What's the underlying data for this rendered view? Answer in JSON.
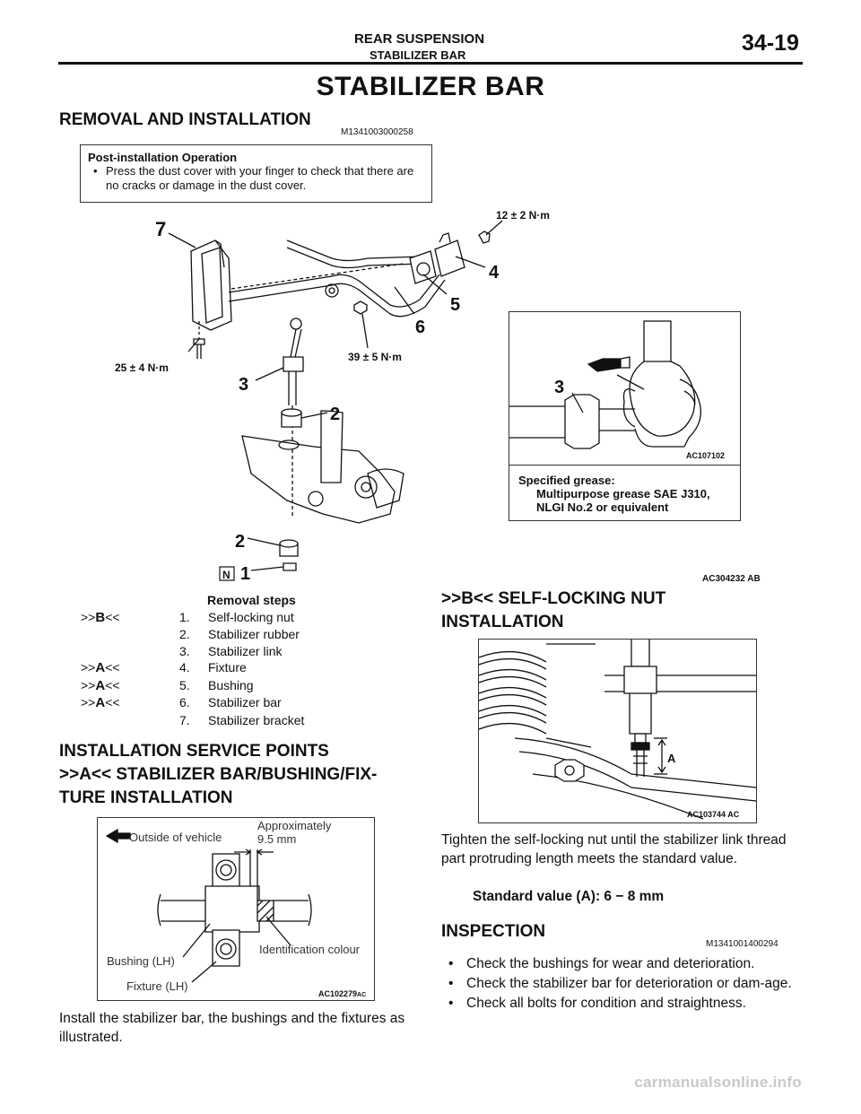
{
  "header": {
    "section": "REAR SUSPENSION",
    "subsection": "STABILIZER BAR",
    "page": "34-19"
  },
  "title": "STABILIZER BAR",
  "removal": {
    "heading": "REMOVAL AND INSTALLATION",
    "code": "M1341003000258"
  },
  "post_installation": {
    "title": "Post-installation Operation",
    "items": [
      "Press the dust cover with your finger to check that there are no cracks or damage in the dust cover."
    ]
  },
  "main_diagram": {
    "callouts": [
      "7",
      "12 ± 2 N·m",
      "4",
      "5",
      "6",
      "25 ± 4 N·m",
      "39 ± 5 N·m",
      "3",
      "2",
      "2",
      "N",
      "1"
    ],
    "code": "AC304232 AB",
    "inset": {
      "callout": "3",
      "code": "AC107102",
      "grease_title": "Specified grease:",
      "grease_lines": [
        "Multipurpose grease SAE J310,",
        "NLGI No.2 or equivalent"
      ]
    }
  },
  "removal_steps": {
    "title": "Removal steps",
    "rows": [
      {
        "mark": "B",
        "num": "1.",
        "text": "Self-locking nut"
      },
      {
        "mark": "",
        "num": "2.",
        "text": "Stabilizer rubber"
      },
      {
        "mark": "",
        "num": "3.",
        "text": "Stabilizer link"
      },
      {
        "mark": "A",
        "num": "4.",
        "text": "Fixture"
      },
      {
        "mark": "A",
        "num": "5.",
        "text": "Bushing"
      },
      {
        "mark": "A",
        "num": "6.",
        "text": "Stabilizer bar"
      },
      {
        "mark": "",
        "num": "7.",
        "text": "Stabilizer bracket"
      }
    ]
  },
  "install_points": {
    "heading": "INSTALLATION SERVICE POINTS",
    "sub_heading_line1": ">>A<< STABILIZER BAR/BUSHING/FIX-",
    "sub_heading_line2": "TURE INSTALLATION",
    "diagram": {
      "outside": "Outside of vehicle",
      "approx_line1": "Approximately",
      "approx_line2": "9.5 mm",
      "bushing": "Bushing (LH)",
      "fixture": "Fixture (LH)",
      "ident": "Identification colour",
      "code": "AC102279",
      "code_suffix": "AC"
    },
    "text": "Install the stabilizer bar, the bushings and the fixtures as illustrated."
  },
  "self_locking": {
    "heading_line1": ">>B<< SELF-LOCKING NUT",
    "heading_line2": "INSTALLATION",
    "diagram": {
      "label": "A",
      "code": "AC103744 AC"
    },
    "text": "Tighten the self-locking nut until the stabilizer link thread part protruding length meets the standard value.",
    "standard": "Standard value (A): 6 − 8 mm"
  },
  "inspection": {
    "heading": "INSPECTION",
    "code": "M1341001400294",
    "items": [
      "Check the bushings for wear and deterioration.",
      "Check the stabilizer bar for deterioration or dam-age.",
      "Check all bolts for condition and straightness."
    ]
  },
  "footer": "carmanualsonline.info"
}
